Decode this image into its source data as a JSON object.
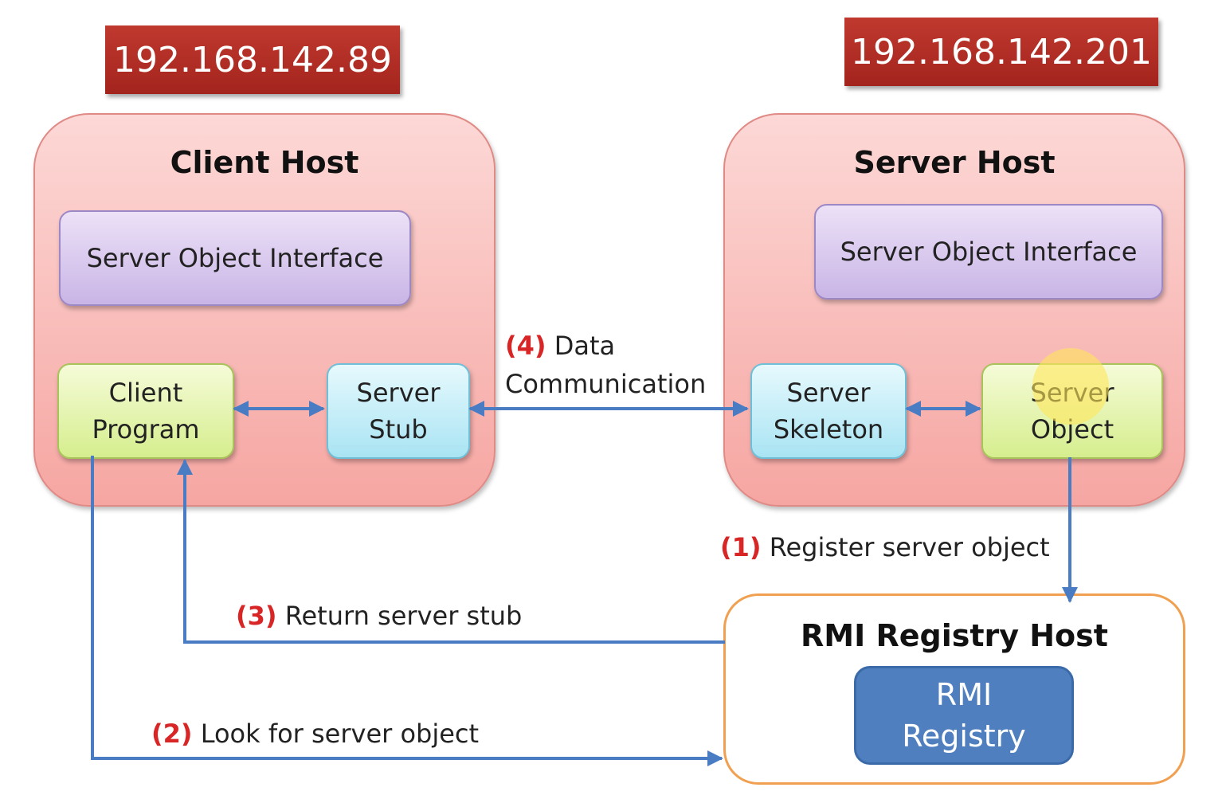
{
  "ip_labels": {
    "client": "192.168.142.89",
    "server": "192.168.142.201"
  },
  "client_host": {
    "title": "Client Host",
    "interface": "Server Object Interface",
    "program": "Client\nProgram",
    "stub": "Server\nStub"
  },
  "server_host": {
    "title": "Server Host",
    "interface": "Server Object Interface",
    "skeleton": "Server\nSkeleton",
    "object": "Server\nObject"
  },
  "registry_host": {
    "title": "RMI Registry Host",
    "registry": "RMI\nRegistry"
  },
  "steps": {
    "s1": {
      "num": "(1)",
      "text": "Register server object"
    },
    "s2": {
      "num": "(2)",
      "text": "Look for server object"
    },
    "s3": {
      "num": "(3)",
      "text": "Return server stub"
    },
    "s4": {
      "num": "(4)",
      "text_line1": "Data",
      "text_line2": "Communication"
    }
  },
  "colors": {
    "ip_red": "#b02e25",
    "arrow_blue": "#4a7cc4",
    "step_red": "#d82525",
    "registry_blue": "#4f7fbf",
    "registry_border_orange": "#f0a050"
  }
}
